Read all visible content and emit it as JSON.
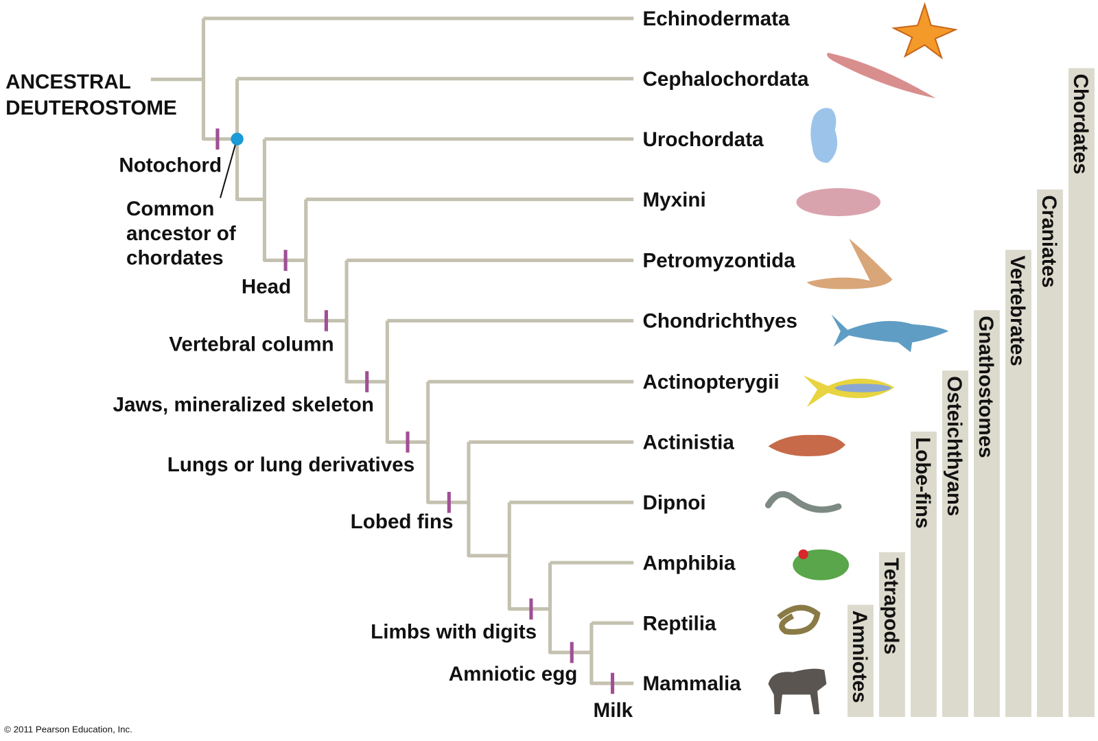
{
  "root_label": [
    "ANCESTRAL",
    "DEUTEROSTOME"
  ],
  "taxa": [
    "Echinodermata",
    "Cephalochordata",
    "Urochordata",
    "Myxini",
    "Petromyzontida",
    "Chondrichthyes",
    "Actinopterygii",
    "Actinistia",
    "Dipnoi",
    "Amphibia",
    "Reptilia",
    "Mammalia"
  ],
  "characters": [
    "Notochord",
    "Head",
    "Vertebral column",
    "Jaws, mineralized skeleton",
    "Lungs or lung derivatives",
    "Lobed fins",
    "Limbs with digits",
    "Amniotic egg",
    "Milk"
  ],
  "common_ancestor": [
    "Common",
    "ancestor of",
    "chordates"
  ],
  "clades": [
    "Amniotes",
    "Tetrapods",
    "Lobe-fins",
    "Osteichthyans",
    "Gnathostomes",
    "Vertebrates",
    "Craniates",
    "Chordates"
  ],
  "copyright": "© 2011 Pearson Education, Inc.",
  "colors": {
    "branch": "#c4c1b0",
    "character": "#a04f96",
    "ancestor_dot": "#1a9ad6",
    "clade_bar": "#dcdacd"
  }
}
